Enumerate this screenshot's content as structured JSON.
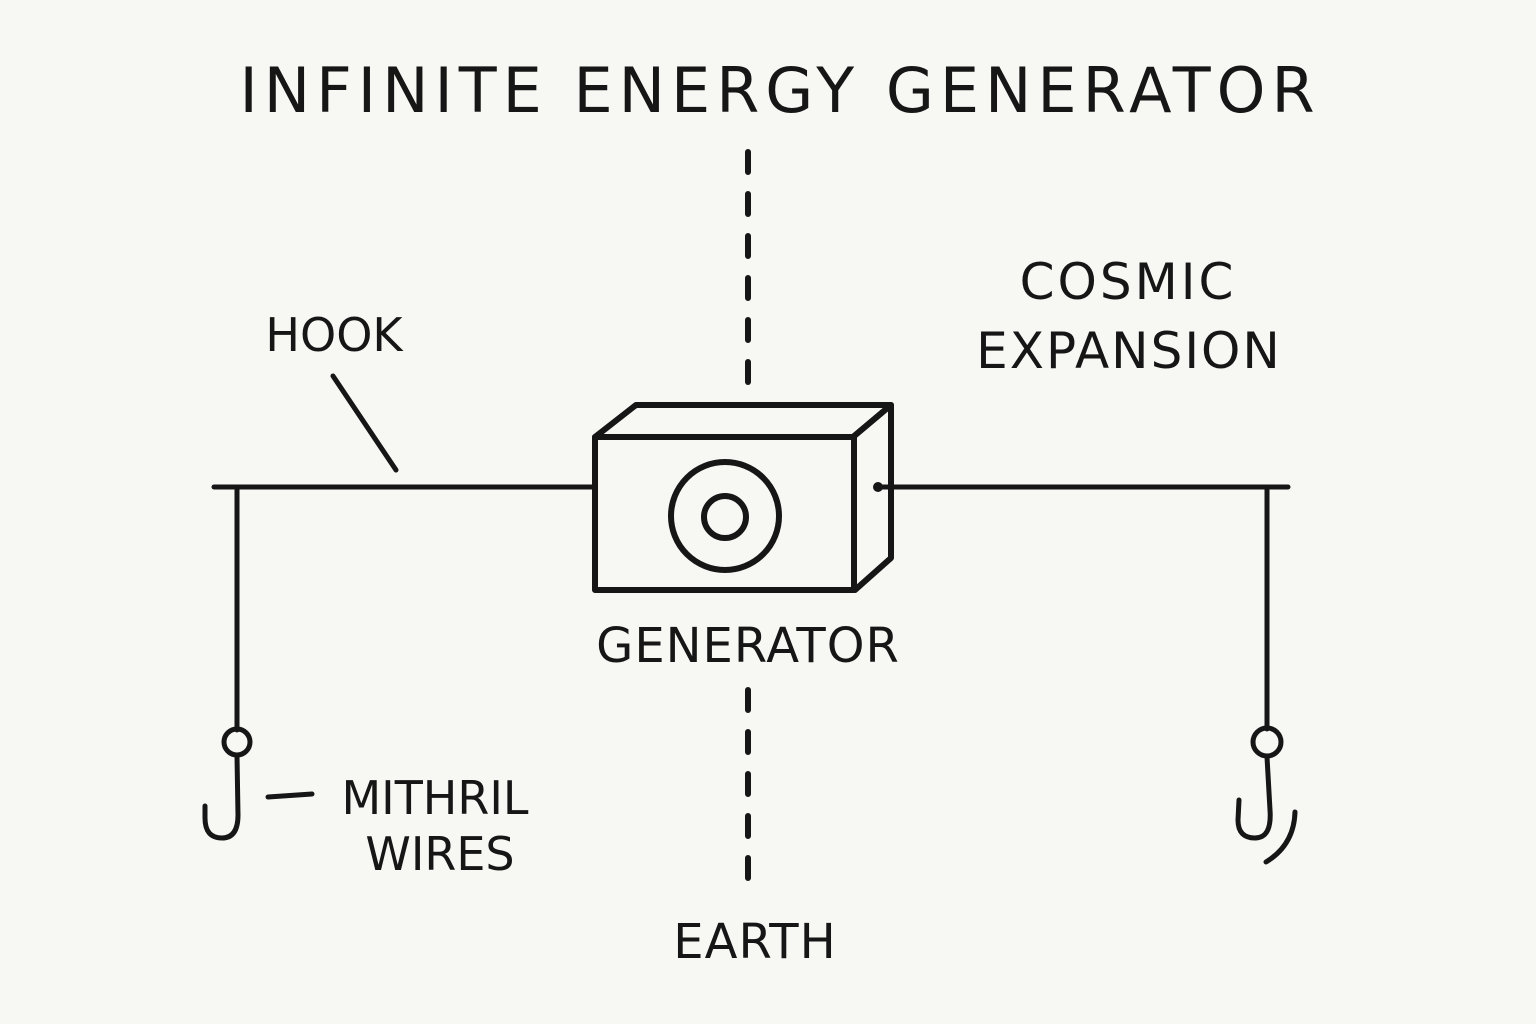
{
  "title": "INFINITE ENERGY GENERATOR",
  "labels": {
    "hook": "HOOK",
    "cosmic_line1": "COSMIC",
    "cosmic_line2": "EXPANSION",
    "generator": "GENERATOR",
    "mithril_line1": "MITHRIL",
    "mithril_line2": "WIRES",
    "earth": "EARTH"
  },
  "colors": {
    "ink": "#161616",
    "paper": "#f7f7f4"
  }
}
